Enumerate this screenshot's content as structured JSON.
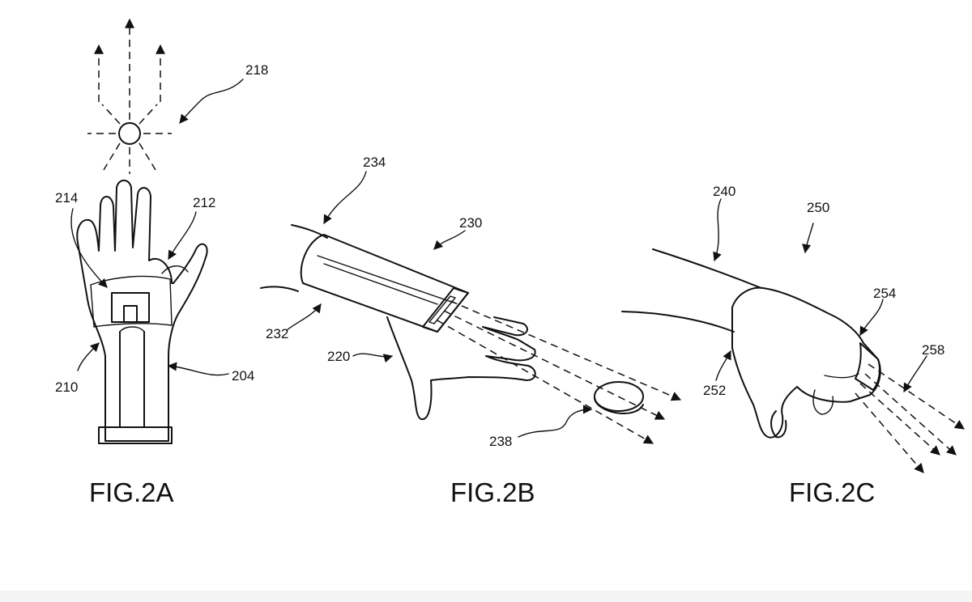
{
  "figures": {
    "fig2a": {
      "caption": "FIG.2A",
      "refs": {
        "r218": "218",
        "r214": "214",
        "r212": "212",
        "r210": "210",
        "r204": "204"
      }
    },
    "fig2b": {
      "caption": "FIG.2B",
      "refs": {
        "r234": "234",
        "r230": "230",
        "r232": "232",
        "r220": "220",
        "r238": "238"
      }
    },
    "fig2c": {
      "caption": "FIG.2C",
      "refs": {
        "r240": "240",
        "r250": "250",
        "r254": "254",
        "r258": "258",
        "r252": "252"
      }
    }
  },
  "colors": {
    "line": "#111111",
    "background": "#ffffff",
    "bottom_strip": "#f4f4f4"
  }
}
